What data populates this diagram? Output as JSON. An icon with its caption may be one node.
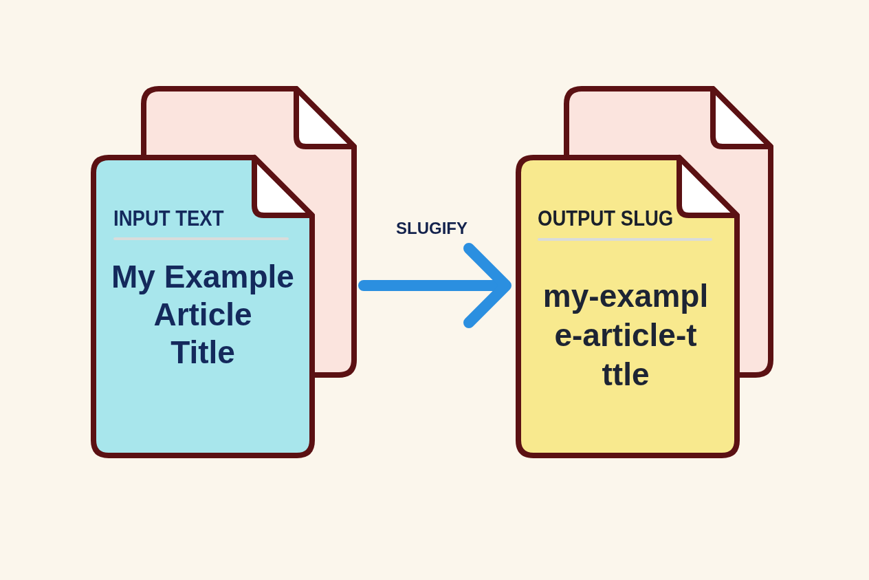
{
  "diagram": {
    "nodes": [
      {
        "text": [
          "INPUT TEXT",
          "My Example Article Title"
        ]
      },
      {
        "text": [
          "OUTPUT SLUG",
          "my-exampl e-article-t ttle"
        ]
      }
    ],
    "edges": [
      {
        "from": 0,
        "to": 1,
        "arrow": "to",
        "label": "SLUGIFY"
      }
    ]
  }
}
